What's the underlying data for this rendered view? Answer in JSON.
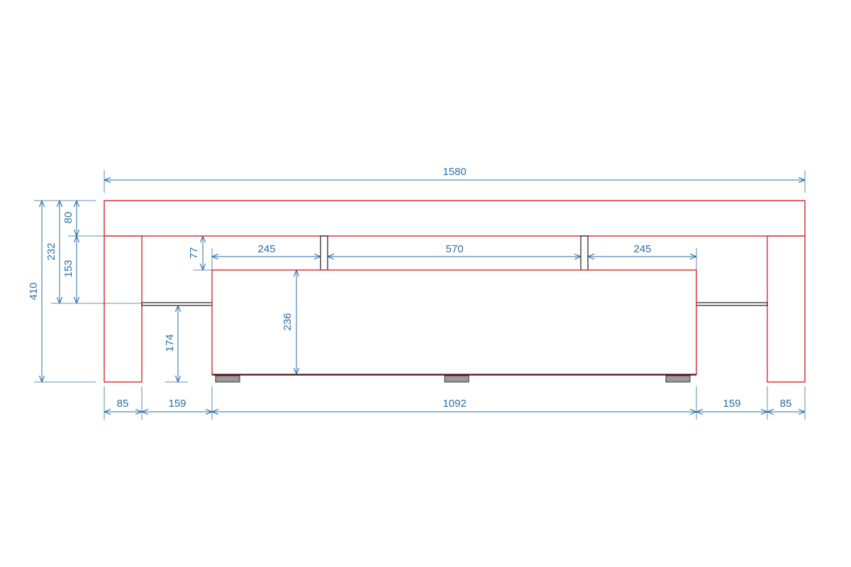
{
  "drawing": {
    "colors": {
      "outline": "#d7262e",
      "dimension": "#2a6ea8",
      "rail": "#1a1a1a",
      "foot": "#9a9a9a"
    },
    "dimensions": {
      "overall_width": "1580",
      "overall_height": "410",
      "height_232": "232",
      "top_thickness": "80",
      "height_153": "153",
      "gap_77": "77",
      "height_174": "174",
      "cabinet_height": "236",
      "seg_left": "245",
      "seg_mid": "570",
      "seg_right": "245",
      "leg_left": "85",
      "gap_left": "159",
      "cabinet_width": "1092",
      "gap_right": "159",
      "leg_right": "85"
    }
  }
}
